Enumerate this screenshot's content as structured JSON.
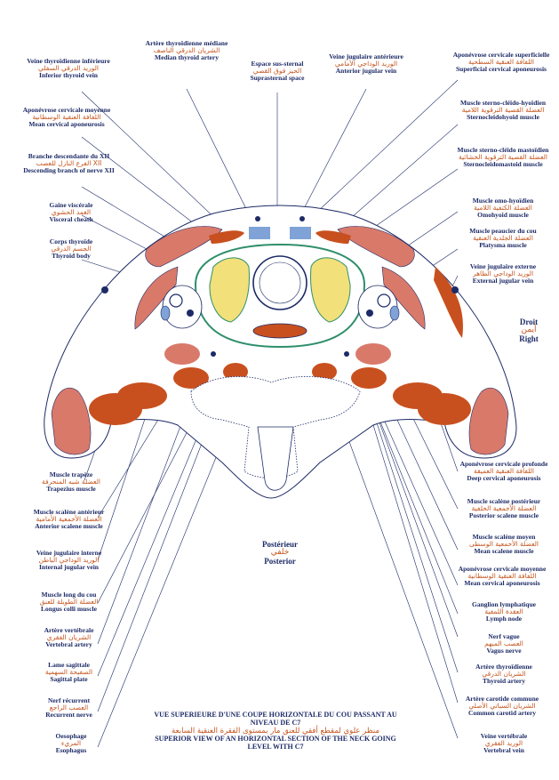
{
  "labels_left": [
    {
      "id": "thyroid-vein",
      "fr": "Veine thyroïdienne inférieure",
      "ar": "الوريد الدرقي السفلي",
      "en": "Inferior thyroid vein"
    },
    {
      "id": "mean-cervical-aponeurosis-top",
      "fr": "Aponévrose cervicale moyenne",
      "ar": "اللفافة العنقية الوسطانية",
      "en": "Mean cervical aponeurosis"
    },
    {
      "id": "descending-branch-xii",
      "fr": "Branche descendante du XII",
      "ar": "الفرع النازل للعصب XII",
      "en": "Descending branch of nerve XII"
    },
    {
      "id": "visceral-sheath",
      "fr": "Gaine viscérale",
      "ar": "الغمد الحشوي",
      "en": "Visceral cheath"
    },
    {
      "id": "thyroid-body",
      "fr": "Corps thyroïde",
      "ar": "الجسم الدرقي",
      "en": "Thyroid body"
    },
    {
      "id": "trapezius",
      "fr": "Muscle trapèze",
      "ar": "العضلة شبه المنحرفة",
      "en": "Trapezius muscle"
    },
    {
      "id": "anterior-scalene",
      "fr": "Muscle scalène antérieur",
      "ar": "العضلة الأخمعية الأمامية",
      "en": "Anterior scalene muscle"
    },
    {
      "id": "internal-jugular",
      "fr": "Veine jugulaire interne",
      "ar": "الوريد الوداجي الباطن",
      "en": "Internal jugular vein"
    },
    {
      "id": "longus-colli",
      "fr": "Muscle long du cou",
      "ar": "العضلة الطويلة للعنق",
      "en": "Longus colli muscle"
    },
    {
      "id": "vertebral-artery",
      "fr": "Artère vertébrale",
      "ar": "الشريان الفقري",
      "en": "Vertebral artery"
    },
    {
      "id": "sagittal-plate",
      "fr": "Lame sagittale",
      "ar": "الصفيحة السهمية",
      "en": "Sagittal plate"
    },
    {
      "id": "recurrent-nerve",
      "fr": "Nerf récurrent",
      "ar": "العصب الراجع",
      "en": "Recurrent nerve"
    },
    {
      "id": "esophagus",
      "fr": "Oesophage",
      "ar": "المريء",
      "en": "Esophagus"
    }
  ],
  "labels_top": [
    {
      "id": "median-thyroid-artery",
      "fr": "Artère thyroïdienne médiane",
      "ar": "الشريان الدرقي الناصف",
      "en": "Median thyroid artery"
    },
    {
      "id": "suprasternal-space",
      "fr": "Espace sus-sternal",
      "ar": "الحيز فوق القصي",
      "en": "Suprasternal space"
    },
    {
      "id": "anterior-jugular",
      "fr": "Veine jugulaire antérieure",
      "ar": "الوريد الوداجي الأمامي",
      "en": "Anterior jugular vein"
    }
  ],
  "labels_right": [
    {
      "id": "superficial-aponeurosis",
      "fr": "Aponévrose cervicale superficielle",
      "ar": "اللفافة العنقية السطحية",
      "en": "Superficial cervical aponeurosis"
    },
    {
      "id": "sternocleidohyoid",
      "fr": "Muscle sterno-cléido-hyoïdien",
      "ar": "العضلة القصية الترقوية اللامية",
      "en": "Sternocleidohyoid muscle"
    },
    {
      "id": "sternocleidomastoid",
      "fr": "Muscle sterno-cléido mastoïdien",
      "ar": "العضلة القصية الترقوية الخشائية",
      "en": "Sternocleidomastoid muscle"
    },
    {
      "id": "omohyoid",
      "fr": "Muscle omo-hyoïdien",
      "ar": "العضلة الكتفية اللامية",
      "en": "Omohyoid muscle"
    },
    {
      "id": "platysma",
      "fr": "Muscle peaucier du cou",
      "ar": "العضلة الجلدية العنقية",
      "en": "Platysma muscle"
    },
    {
      "id": "external-jugular",
      "fr": "Veine jugulaire externe",
      "ar": "الوريد الوداجي الظاهر",
      "en": "External jugular vein"
    },
    {
      "id": "deep-aponeurosis",
      "fr": "Aponévrose cervicale profonde",
      "ar": "اللفافة العنقية العميقة",
      "en": "Deep cervical aponeurosis"
    },
    {
      "id": "posterior-scalene",
      "fr": "Muscle scalène postérieur",
      "ar": "العضلة الأخمعية الخلفية",
      "en": "Posterior scalene muscle"
    },
    {
      "id": "mean-scalene",
      "fr": "Muscle scalène moyen",
      "ar": "العضلة الأخمعية الوسطى",
      "en": "Mean scalene muscle"
    },
    {
      "id": "mean-cervical-aponeurosis-bottom",
      "fr": "Aponévrose cervicale moyenne",
      "ar": "اللفافة العنقية الوسطانية",
      "en": "Mean cervical aponeurosis"
    },
    {
      "id": "lymph-node",
      "fr": "Ganglion lymphatique",
      "ar": "العقدة اللمفية",
      "en": "Lymph node"
    },
    {
      "id": "vagus-nerve",
      "fr": "Nerf vague",
      "ar": "العصب المبهم",
      "en": "Vagus nerve"
    },
    {
      "id": "thyroid-artery",
      "fr": "Artère thyroïdienne",
      "ar": "الشريان الدرقي",
      "en": "Thyroid artery"
    },
    {
      "id": "common-carotid",
      "fr": "Artère carotide commune",
      "ar": "الشريان السباتي الأصلي",
      "en": "Common carotid artery"
    },
    {
      "id": "vertebral-vein",
      "fr": "Veine vertébrale",
      "ar": "الوريد الفقري",
      "en": "Vertebral vein"
    }
  ],
  "orientation": {
    "right": {
      "fr": "Droit",
      "ar": "أيمن",
      "en": "Right"
    },
    "posterior": {
      "fr": "Postérieur",
      "ar": "خلفي",
      "en": "Posterior"
    }
  },
  "title": {
    "fr": "VUE SUPERIEURE D'UNE COUPE HORIZONTALE DU COU PASSANT AU NIVEAU DE C7",
    "ar": "منظر علوي لمقطع أفقي للعنق مار بمستوى الفقرة العنقية السابعة",
    "en": "SUPERIOR VIEW OF AN HORIZONTAL SECTION OF THE NECK GOING LEVEL WITH C7"
  },
  "colors": {
    "muscle": "#d9796a",
    "muscle_dark": "#c8501f",
    "thyroid": "#f2e07a",
    "vein": "#7fa3d6",
    "outline": "#1c2a66",
    "sheath": "#2f8f6a",
    "label_fr": "#1c2a66",
    "label_ar": "#c4541c"
  }
}
